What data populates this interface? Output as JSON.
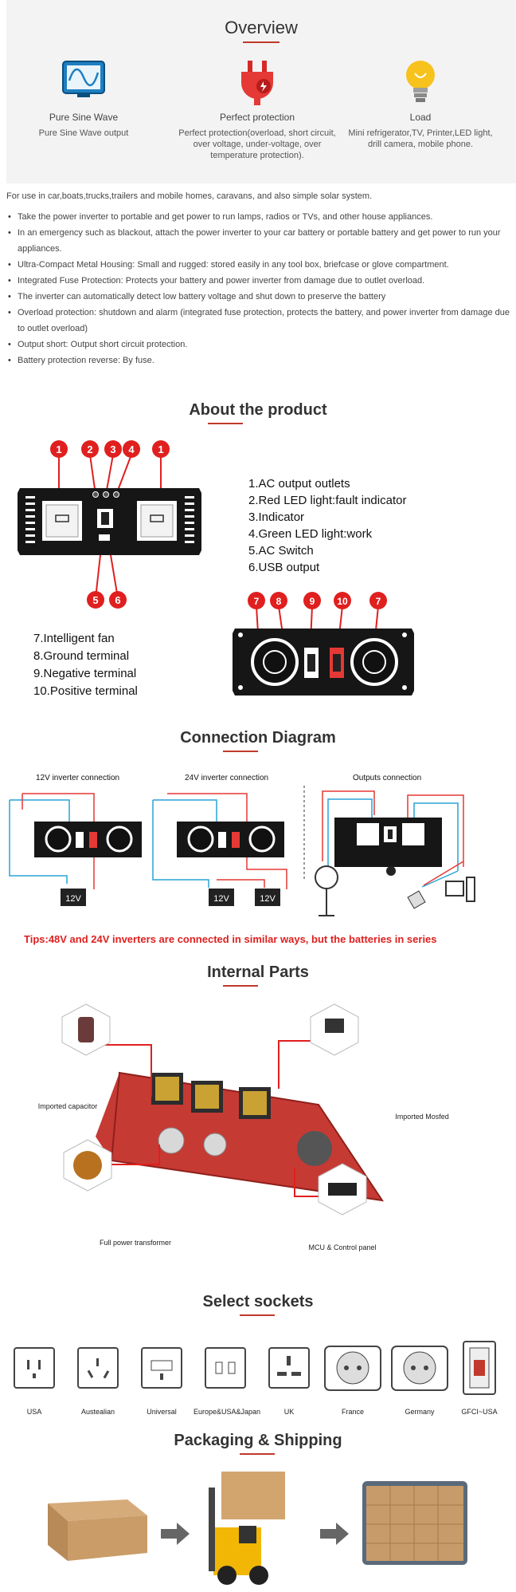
{
  "overview": {
    "title": "Overview",
    "items": [
      {
        "icon": "sine-wave-icon",
        "title": "Pure Sine Wave",
        "desc": "Pure Sine Wave output"
      },
      {
        "icon": "plug-icon",
        "title": "Perfect protection",
        "desc": "Perfect protection(overload, short circuit, over voltage, under-voltage, over temperature protection)."
      },
      {
        "icon": "lightbulb-icon",
        "title": "Load",
        "desc": "Mini refrigerator,TV, Printer,LED light, drill camera, mobile phone."
      }
    ]
  },
  "intro": "For use in car,boats,trucks,trailers and mobile homes, caravans, and also simple solar system.",
  "bullets": [
    "Take the power inverter to portable and get power to run lamps, radios or TVs, and other house appliances.",
    "In an emergency such as blackout, attach the power inverter to your car battery or portable battery and get power to run your appliances.",
    "Ultra-Compact Metal Housing: Small and rugged: stored easily in any tool box, briefcase or glove compartment.",
    "Integrated Fuse Protection: Protects your battery and power inverter from damage due to outlet overload.",
    "The inverter can automatically detect low battery voltage and shut down to preserve the battery",
    "Overload protection: shutdown and alarm (integrated fuse protection, protects the battery, and power inverter from damage due to outlet overload)",
    "Output short: Output short circuit protection.",
    "Battery protection reverse: By fuse."
  ],
  "about": {
    "title": "About the product",
    "front_labels": [
      "1.AC output outlets",
      "2.Red LED light:fault indicator",
      "3.Indicator",
      "4.Green LED light:work",
      "5.AC Switch",
      "6.USB output"
    ],
    "rear_labels": [
      "7.Intelligent fan",
      "8.Ground terminal",
      "9.Negative terminal",
      "10.Positive terminal"
    ],
    "front_markers": [
      "1",
      "2",
      "3",
      "4",
      "1",
      "5",
      "6"
    ],
    "rear_markers": [
      "7",
      "8",
      "9",
      "10",
      "7"
    ]
  },
  "connection": {
    "title": "Connection Diagram",
    "labels": [
      "12V inverter connection",
      "24V inverter connection",
      "Outputs connection"
    ],
    "battery": "12V",
    "tip": "Tips:48V and 24V inverters are connected in similar ways, but the batteries in series"
  },
  "internal": {
    "title": "Internal Parts",
    "captions": [
      "Imported capacitor",
      "Imported Mosfed",
      "Full power transformer",
      "MCU & Control panel"
    ]
  },
  "sockets": {
    "title": "Select sockets",
    "items": [
      "USA",
      "Austealian",
      "Universal",
      "Europe&USA&Japan",
      "UK",
      "France",
      "Germany",
      "GFCI~USA"
    ]
  },
  "packaging": {
    "title": "Packaging & Shipping"
  },
  "colors": {
    "accent": "#c0392b",
    "marker": "#e01f1f",
    "wire_red": "#e53935",
    "wire_blue": "#29a3d6"
  }
}
